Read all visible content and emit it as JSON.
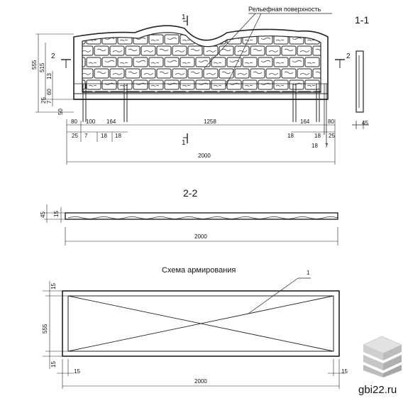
{
  "labels": {
    "section_1_1": "1-1",
    "section_2_2": "2-2",
    "relief_surface": "Рельефная поверхность",
    "reinforcement_scheme": "Схема армирования",
    "cut_mark_1": "1",
    "cut_mark_2": "2",
    "callout_1": "1",
    "watermark": "gbi22.ru"
  },
  "dims_front": {
    "h_555": "555",
    "h_515": "515",
    "h_13": "13",
    "h_60": "60",
    "h_7": "7",
    "h_25": "25",
    "h_50": "50",
    "w_80_left": "80",
    "w_100": "100",
    "w_164_left": "164",
    "w_1258": "1258",
    "w_164_right": "164",
    "w_80_right": "80",
    "w_25_left": "25",
    "w_7_left": "7",
    "w_18_a": "18",
    "w_18_b": "18",
    "w_18_c": "18",
    "w_18_d": "18",
    "w_18_e": "18",
    "w_7_right": "7",
    "w_25_right": "25",
    "total_2000": "2000",
    "side_45": "45"
  },
  "dims_section": {
    "h_45": "45",
    "h_15": "15",
    "total_2000": "2000"
  },
  "dims_reinf": {
    "h_555": "555",
    "top_15": "15",
    "bot_15": "15",
    "left_15": "15",
    "right_15": "15",
    "total_2000": "2000"
  }
}
